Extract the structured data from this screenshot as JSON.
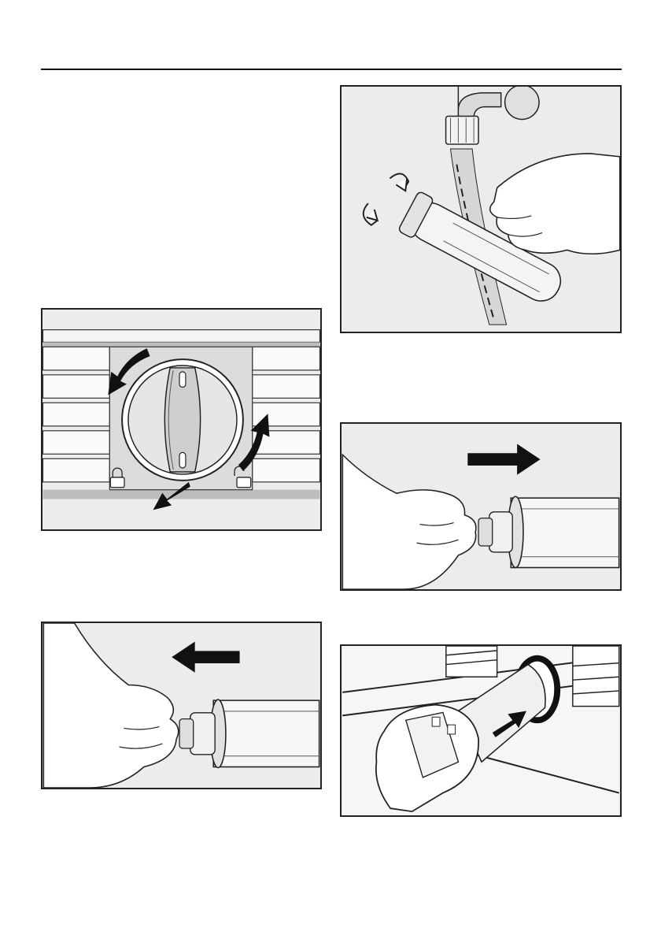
{
  "page": {
    "figures": [
      {
        "name": "filter-knob-unlock",
        "icons": [
          "rotate-arrow-icon",
          "lock-closed-icon",
          "lock-open-icon"
        ]
      },
      {
        "name": "rinse-filter-under-tap",
        "icons": [
          "rotate-arrows-icon"
        ]
      },
      {
        "name": "pull-filter-out",
        "icons": [
          "arrow-right-icon"
        ]
      },
      {
        "name": "push-filter-in",
        "icons": [
          "arrow-left-icon"
        ]
      },
      {
        "name": "reinsert-filter",
        "icons": [
          "arrow-diagonal-icon"
        ]
      }
    ]
  },
  "colors": {
    "line": "#111111",
    "figure_bg": "#e9e9e9",
    "panel_white": "#ffffff",
    "arrow": "#111111"
  }
}
